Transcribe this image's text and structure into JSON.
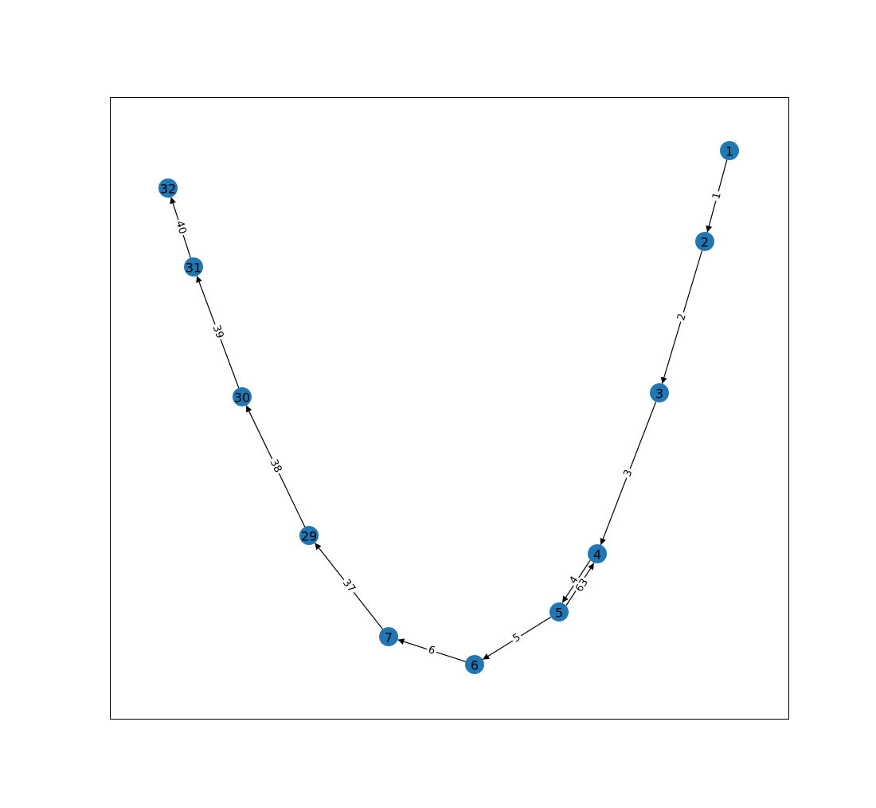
{
  "graph": {
    "type": "directed",
    "node_color": "#1f77b4",
    "edge_color": "#000000",
    "nodes": [
      {
        "id": "1",
        "label": "1"
      },
      {
        "id": "2",
        "label": "2"
      },
      {
        "id": "3",
        "label": "3"
      },
      {
        "id": "4",
        "label": "4"
      },
      {
        "id": "5",
        "label": "5"
      },
      {
        "id": "6",
        "label": "6"
      },
      {
        "id": "7",
        "label": "7"
      },
      {
        "id": "29",
        "label": "29"
      },
      {
        "id": "30",
        "label": "30"
      },
      {
        "id": "31",
        "label": "31"
      },
      {
        "id": "32",
        "label": "32"
      }
    ],
    "edges": [
      {
        "source": "1",
        "target": "2",
        "label": "1"
      },
      {
        "source": "2",
        "target": "3",
        "label": "2"
      },
      {
        "source": "3",
        "target": "4",
        "label": "3"
      },
      {
        "source": "4",
        "target": "5",
        "label": "4"
      },
      {
        "source": "5",
        "target": "4",
        "label": "63"
      },
      {
        "source": "5",
        "target": "6",
        "label": "5"
      },
      {
        "source": "6",
        "target": "7",
        "label": "6"
      },
      {
        "source": "7",
        "target": "29",
        "label": "37"
      },
      {
        "source": "29",
        "target": "30",
        "label": "38"
      },
      {
        "source": "30",
        "target": "31",
        "label": "39"
      },
      {
        "source": "31",
        "target": "32",
        "label": "40"
      }
    ]
  }
}
